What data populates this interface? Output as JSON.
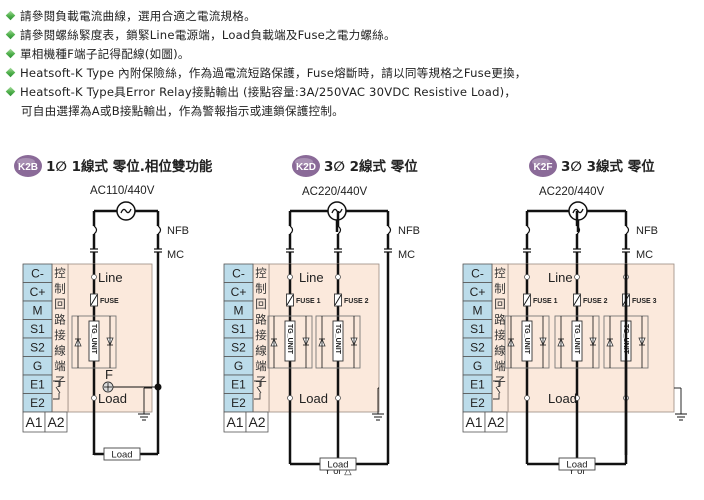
{
  "notes": [
    {
      "text": "請參閱負載電流曲線，選用合適之電流規格。",
      "bullet": true
    },
    {
      "text": "請參閱螺絲緊度表，鎖緊Line電源端，Load負載端及Fuse之電力螺絲。",
      "bullet": true
    },
    {
      "text": "單相機種F端子記得配線(如圖)。",
      "bullet": true
    },
    {
      "text": "Heatsoft-K Type 內附保險絲，作為過電流短路保護，Fuse熔斷時，請以同等規格之Fuse更換，",
      "bullet": true
    },
    {
      "text": "Heatsoft-K Type具Error Relay接點輸出 (接點容量:3A/250VAC 30VDC Resistive Load)，",
      "bullet": true
    },
    {
      "text": "可自由選擇為A或B接點輸出，作為警報指示或連鎖保護控制。",
      "bullet": false
    }
  ],
  "colors": {
    "bullet": "#4fb04a",
    "badge": "#8a6a98",
    "terminal_fill": "#bcdcea",
    "panel_fill": "#fbe9dc",
    "wire": "#111111"
  },
  "diagrams": [
    {
      "id": "k2b",
      "badge": "K2B",
      "title": "1∅ 1線式 零位.相位雙功能",
      "supply": "AC110/440V",
      "nfb": "NFB",
      "mc": "MC",
      "line": "Line",
      "load_terminal": "Load",
      "fuses": [
        "FUSE"
      ],
      "tg_unit": "TG_UNIT",
      "f_terminal": "F",
      "load_box": "Load",
      "connection": ""
    },
    {
      "id": "k2d",
      "badge": "K2D",
      "title": "3∅ 2線式 零位",
      "supply": "AC220/440V",
      "nfb": "NFB",
      "mc": "MC",
      "line": "Line",
      "load_terminal": "Load",
      "fuses": [
        "FUSE 1",
        "FUSE 2"
      ],
      "tg_unit": "TG_UNIT",
      "load_box": "Load",
      "connection": "Y or △"
    },
    {
      "id": "k2f",
      "badge": "K2F",
      "title": "3∅ 3線式 零位",
      "supply": "AC220/440V",
      "nfb": "NFB",
      "mc": "MC",
      "line": "Line",
      "load_terminal": "Load",
      "fuses": [
        "FUSE 1",
        "FUSE 2",
        "FUSE 3"
      ],
      "tg_unit": "TG_UNIT",
      "load_box": "Load",
      "connection": "Y or"
    }
  ],
  "terminals": [
    "C-",
    "C+",
    "M",
    "S1",
    "S2",
    "G",
    "E1",
    "E2"
  ],
  "bottom_terminals": [
    "A1",
    "A2"
  ],
  "control_label": [
    "控",
    "制",
    "回",
    "路",
    "接",
    "線",
    "端",
    "子"
  ]
}
